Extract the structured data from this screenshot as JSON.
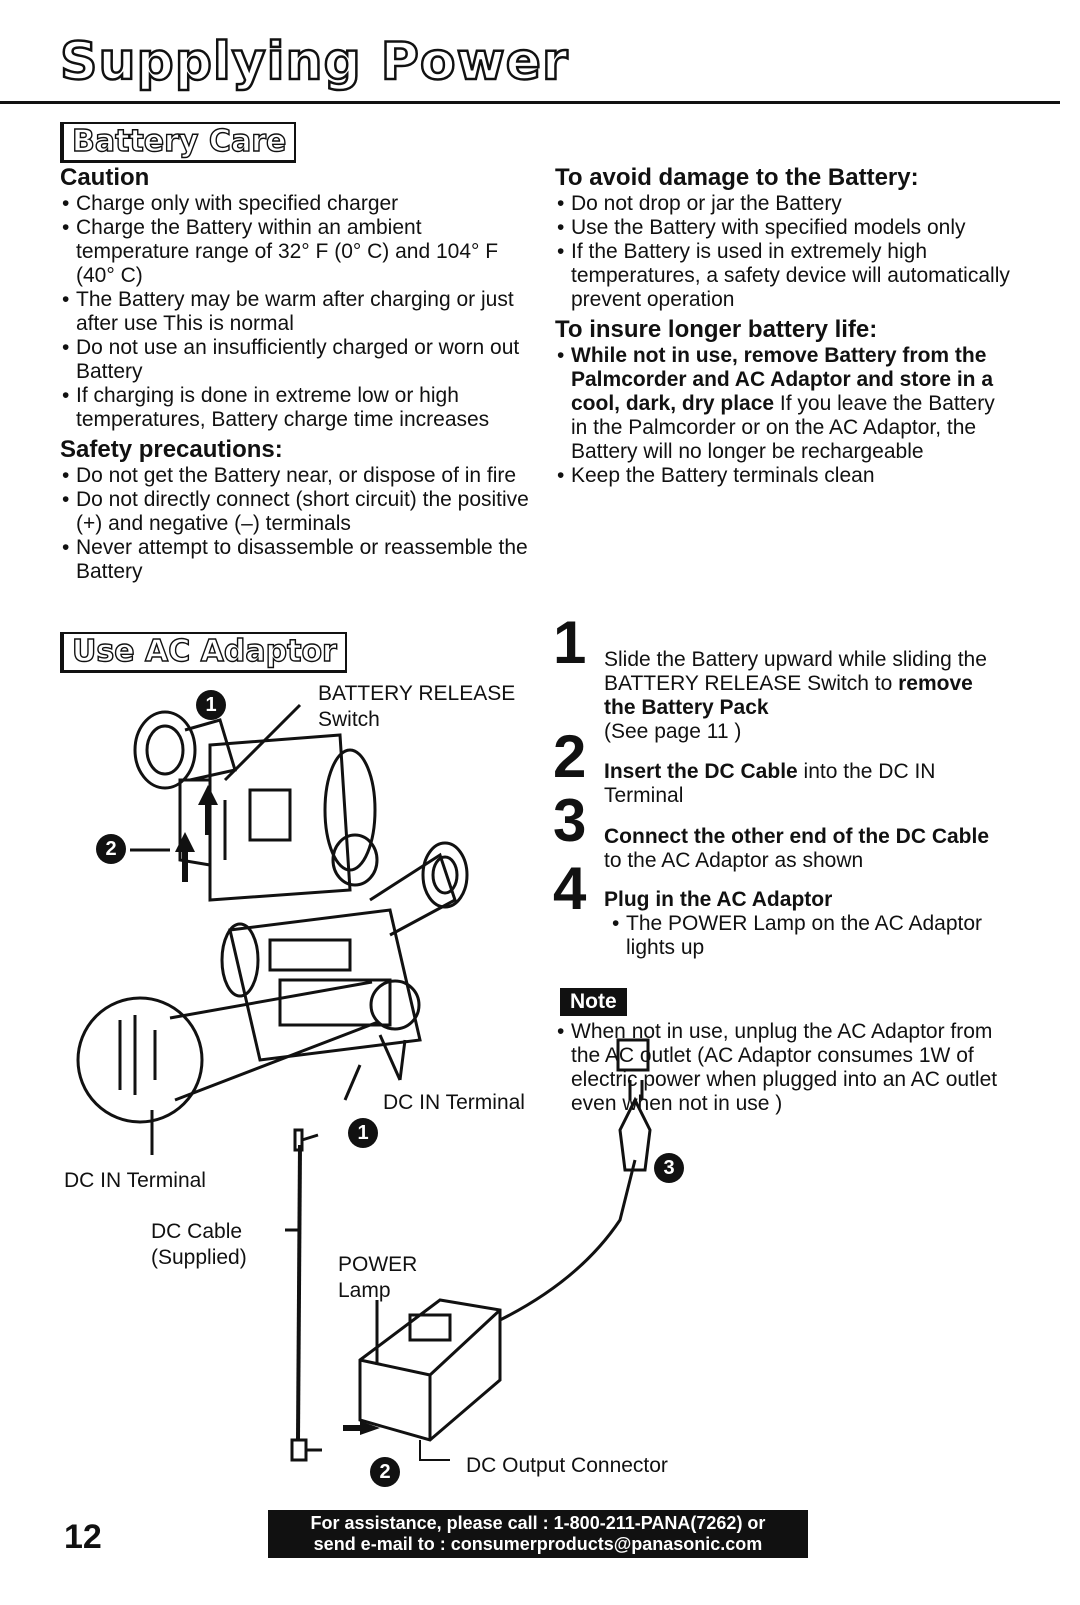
{
  "page_title": "Supplying Power",
  "battery_care": {
    "heading": "Battery Care",
    "caution": {
      "title": "Caution",
      "items": [
        "Charge only with specified charger",
        "Charge the Battery within an ambient temperature range of 32° F (0° C) and 104° F (40° C)",
        "The Battery may be warm after charging or just after use This is normal",
        "Do not use an insufficiently charged or worn out Battery",
        "If charging is done in extreme low or high temperatures, Battery charge time increases"
      ]
    },
    "safety": {
      "title": "Safety precautions:",
      "items": [
        "Do not get the Battery near, or dispose of in fire",
        "Do not directly connect (short circuit) the positive (+) and negative (–) terminals",
        "Never attempt to disassemble or reassemble the Battery"
      ]
    },
    "avoid_damage": {
      "title": "To avoid damage to the Battery:",
      "items": [
        "Do not drop or jar the Battery",
        "Use the Battery with specified models only",
        "If the Battery is used in extremely high temperatures, a safety device will automatically prevent operation"
      ]
    },
    "longer_life": {
      "title": "To insure longer battery life:",
      "item1_bold": "While not in use, remove Battery from the Palmcorder and AC Adaptor and store in a cool, dark, dry place",
      "item1_rest": " If you leave the Battery in the Palmcorder or on the AC Adaptor, the Battery will no longer be rechargeable",
      "item2": "Keep the Battery terminals clean"
    }
  },
  "ac_adaptor": {
    "heading": "Use AC Adaptor",
    "steps": [
      {
        "num": "1",
        "pre": "Slide the Battery upward while sliding the BATTERY RELEASE Switch to ",
        "bold": "remove the Battery Pack",
        "post": "(See page 11 )"
      },
      {
        "num": "2",
        "pre": "",
        "bold": "Insert the DC Cable",
        "post": " into the DC IN Terminal"
      },
      {
        "num": "3",
        "pre": "",
        "bold": "Connect the other end of the DC Cable",
        "post": " to the AC Adaptor as shown"
      },
      {
        "num": "4",
        "pre": "",
        "bold": "Plug in the AC Adaptor",
        "post": "The POWER Lamp on the AC Adaptor lights up"
      }
    ],
    "note_label": "Note",
    "note_text": "When not in use, unplug the AC Adaptor from the AC outlet (AC Adaptor consumes 1W of electric power when plugged into an AC outlet even when not in use )",
    "labels": {
      "battery_release": "BATTERY RELEASE",
      "switch": "Switch",
      "dc_in_terminal": "DC IN Terminal",
      "dc_in_terminal_left": "DC IN Terminal",
      "dc_cable": "DC Cable",
      "supplied": "(Supplied)",
      "power": "POWER",
      "lamp": "Lamp",
      "dc_output": "DC Output Connector"
    },
    "callouts": [
      "1",
      "2",
      "1",
      "3",
      "2"
    ]
  },
  "page_number": "12",
  "footer": {
    "line1": "For assistance, please call : 1-800-211-PANA(7262) or",
    "line2": "send e-mail to : consumerproducts@panasonic.com"
  }
}
